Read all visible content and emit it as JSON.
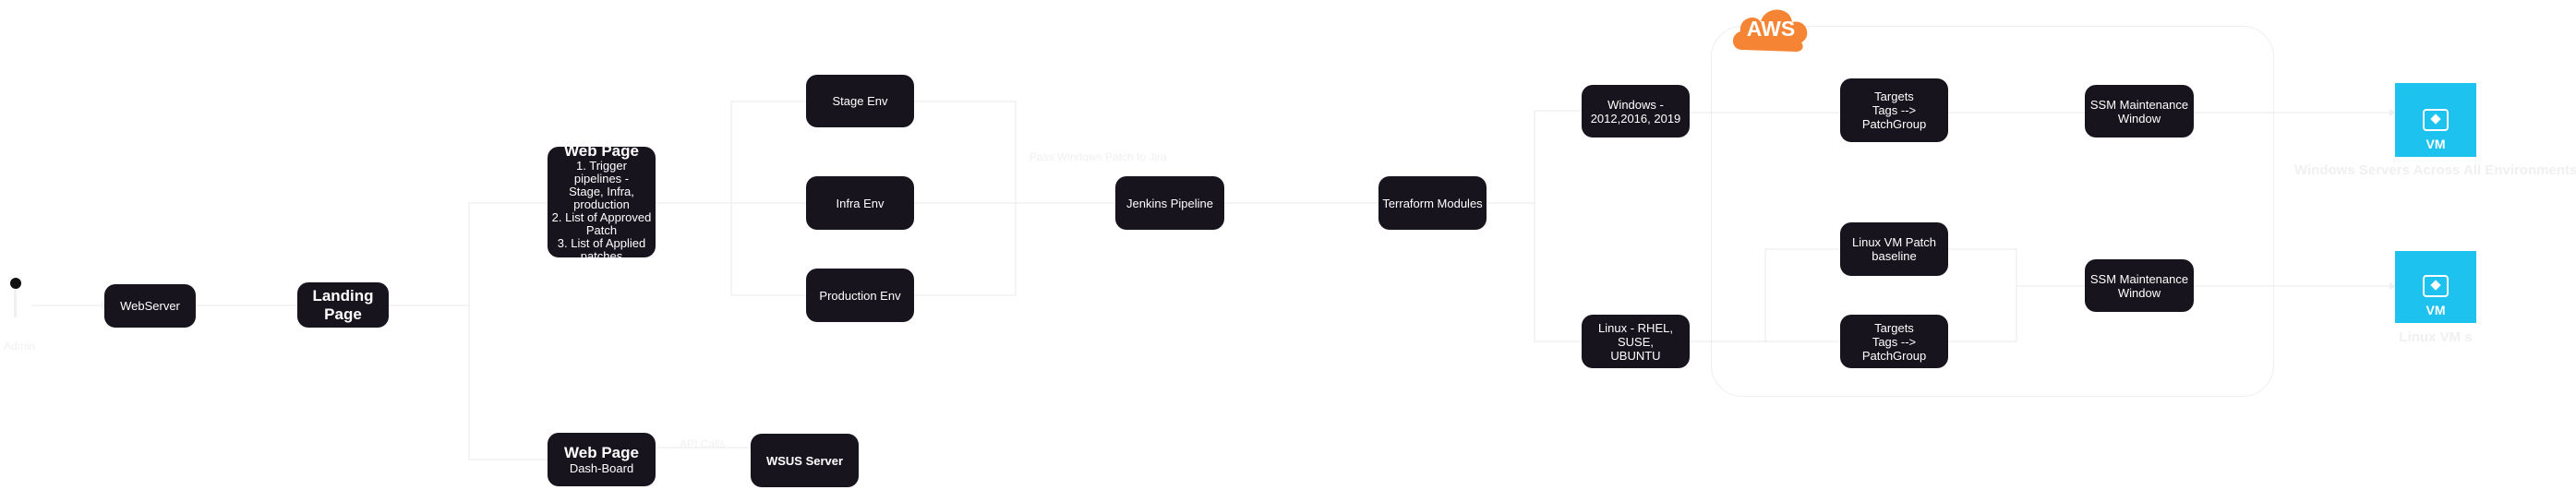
{
  "actor": {
    "label": "Admin"
  },
  "nodes": {
    "webserver": "WebServer",
    "landing_page": "Landing Page",
    "web_page_title": "Web Page",
    "web_page_lines": [
      "1. Trigger pipelines -",
      "Stage, Infra,",
      "production",
      "2. List of Approved",
      "Patch",
      "3. List of Applied",
      "patches"
    ],
    "dashboard_title": "Web Page",
    "dashboard_sub": "Dash-Board",
    "wsus": "WSUS Server",
    "stage_env": "Stage Env",
    "infra_env": "Infra Env",
    "production_env": "Production Env",
    "jenkins": "Jenkins Pipeline",
    "terraform": "Terraform Modules",
    "windows_lines": [
      "Windows -",
      "2012,2016, 2019"
    ],
    "linux_lines": [
      "Linux - RHEL, SUSE,",
      "UBUNTU"
    ],
    "targets_win_lines": [
      "Targets",
      "Tags --> PatchGroup"
    ],
    "targets_linux_lines": [
      "Targets",
      "Tags --> PatchGroup"
    ],
    "linux_baseline_lines": [
      "Linux VM Patch",
      "baseline"
    ],
    "ssm_win_lines": [
      "SSM Maintenance",
      "Window"
    ],
    "ssm_linux_lines": [
      "SSM Maintenance",
      "Window"
    ]
  },
  "edge_labels": {
    "api_calls": "API Calls",
    "pass_patches": "Pass Windows Patch to Jira"
  },
  "aws": {
    "badge": "AWS",
    "badge_color": "#f58534"
  },
  "vms": {
    "windows": {
      "label": "VM",
      "caption": "Windows Servers Across All Environments"
    },
    "linux": {
      "label": "VM",
      "caption": "Linux VM s"
    },
    "color": "#1ec2ef"
  }
}
